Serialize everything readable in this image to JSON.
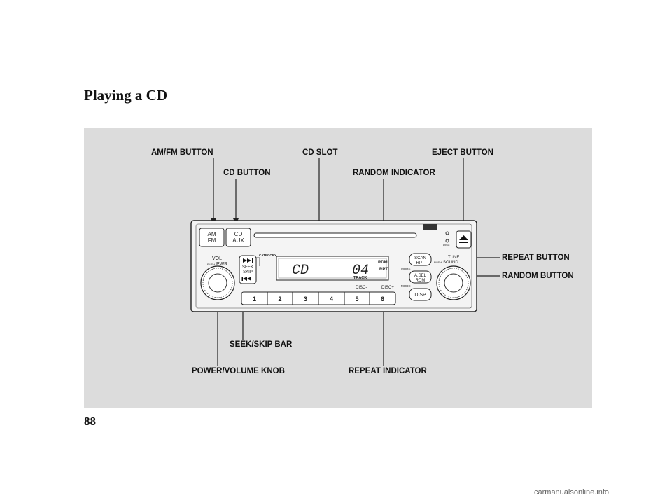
{
  "page": {
    "title": "Playing a CD",
    "page_number": "88",
    "footer": "carmanualsonline.info"
  },
  "callouts": {
    "am_fm_button": "AM/FM BUTTON",
    "cd_slot": "CD SLOT",
    "eject_button": "EJECT BUTTON",
    "cd_button": "CD BUTTON",
    "random_indicator": "RANDOM INDICATOR",
    "repeat_button": "REPEAT BUTTON",
    "random_button": "RANDOM BUTTON",
    "seek_skip_bar": "SEEK/SKIP BAR",
    "power_volume_knob": "POWER/VOLUME KNOB",
    "repeat_indicator": "REPEAT INDICATOR"
  },
  "radio": {
    "am_fm_label": [
      "AM",
      "FM"
    ],
    "cd_aux_label": [
      "CD",
      "AUX"
    ],
    "vol_label": "VOL",
    "push_pwr_label": "PWR",
    "push_small": "PUSH",
    "seek_label": "SEEK",
    "skip_label": "SKIP",
    "category_label": "CATEGORY",
    "display_mode": "CD",
    "display_track": "04",
    "track_label": "TRACK",
    "rdm_indicator": "RDM",
    "rpt_indicator": "RPT",
    "disc_minus": "DISC-",
    "disc_plus": "DISC+",
    "scan_label": "SCAN",
    "rpt_button_label": "RPT",
    "asel_label": "A.SEL",
    "rdm_button_label": "RDM",
    "disp_label": "DISP",
    "more_label": "MORE",
    "mode_label": "MODE",
    "tune_label": "TUNE",
    "sound_label": "SOUND",
    "disc_small": "DISC",
    "preset_buttons": [
      "1",
      "2",
      "3",
      "4",
      "5",
      "6"
    ]
  }
}
